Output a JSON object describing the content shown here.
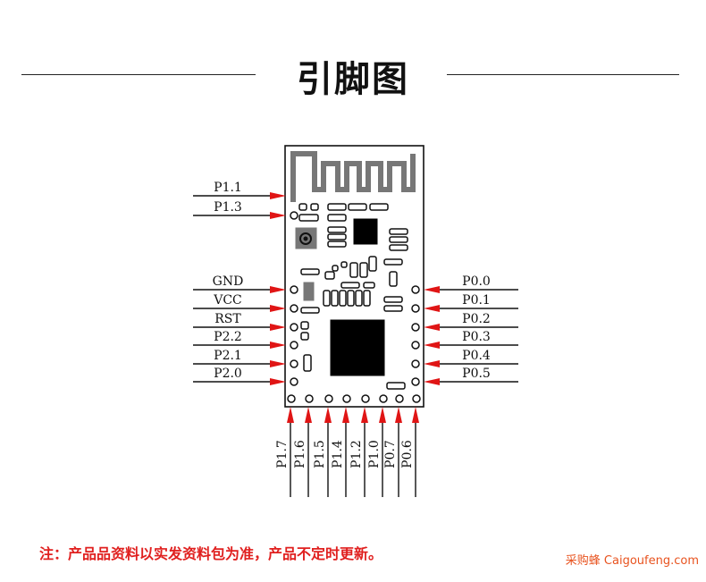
{
  "title": "引脚图",
  "note": "注：产品品资料以实发资料包为准，产品不定时更新。",
  "watermark": "采购蜂 Caigoufeng.com",
  "colors": {
    "arrow": "#e01515",
    "line": "#111111",
    "board": "#111111"
  },
  "pins": {
    "left": [
      "P1.1",
      "P1.3",
      "GND",
      "VCC",
      "RST",
      "P2.2",
      "P2.1",
      "P2.0"
    ],
    "right": [
      "P0.0",
      "P0.1",
      "P0.2",
      "P0.3",
      "P0.4",
      "P0.5"
    ],
    "bottom": [
      "P1.7",
      "P1.6",
      "P1.5",
      "P1.4",
      "P1.2",
      "P1.0",
      "P0.7",
      "P0.6"
    ]
  }
}
